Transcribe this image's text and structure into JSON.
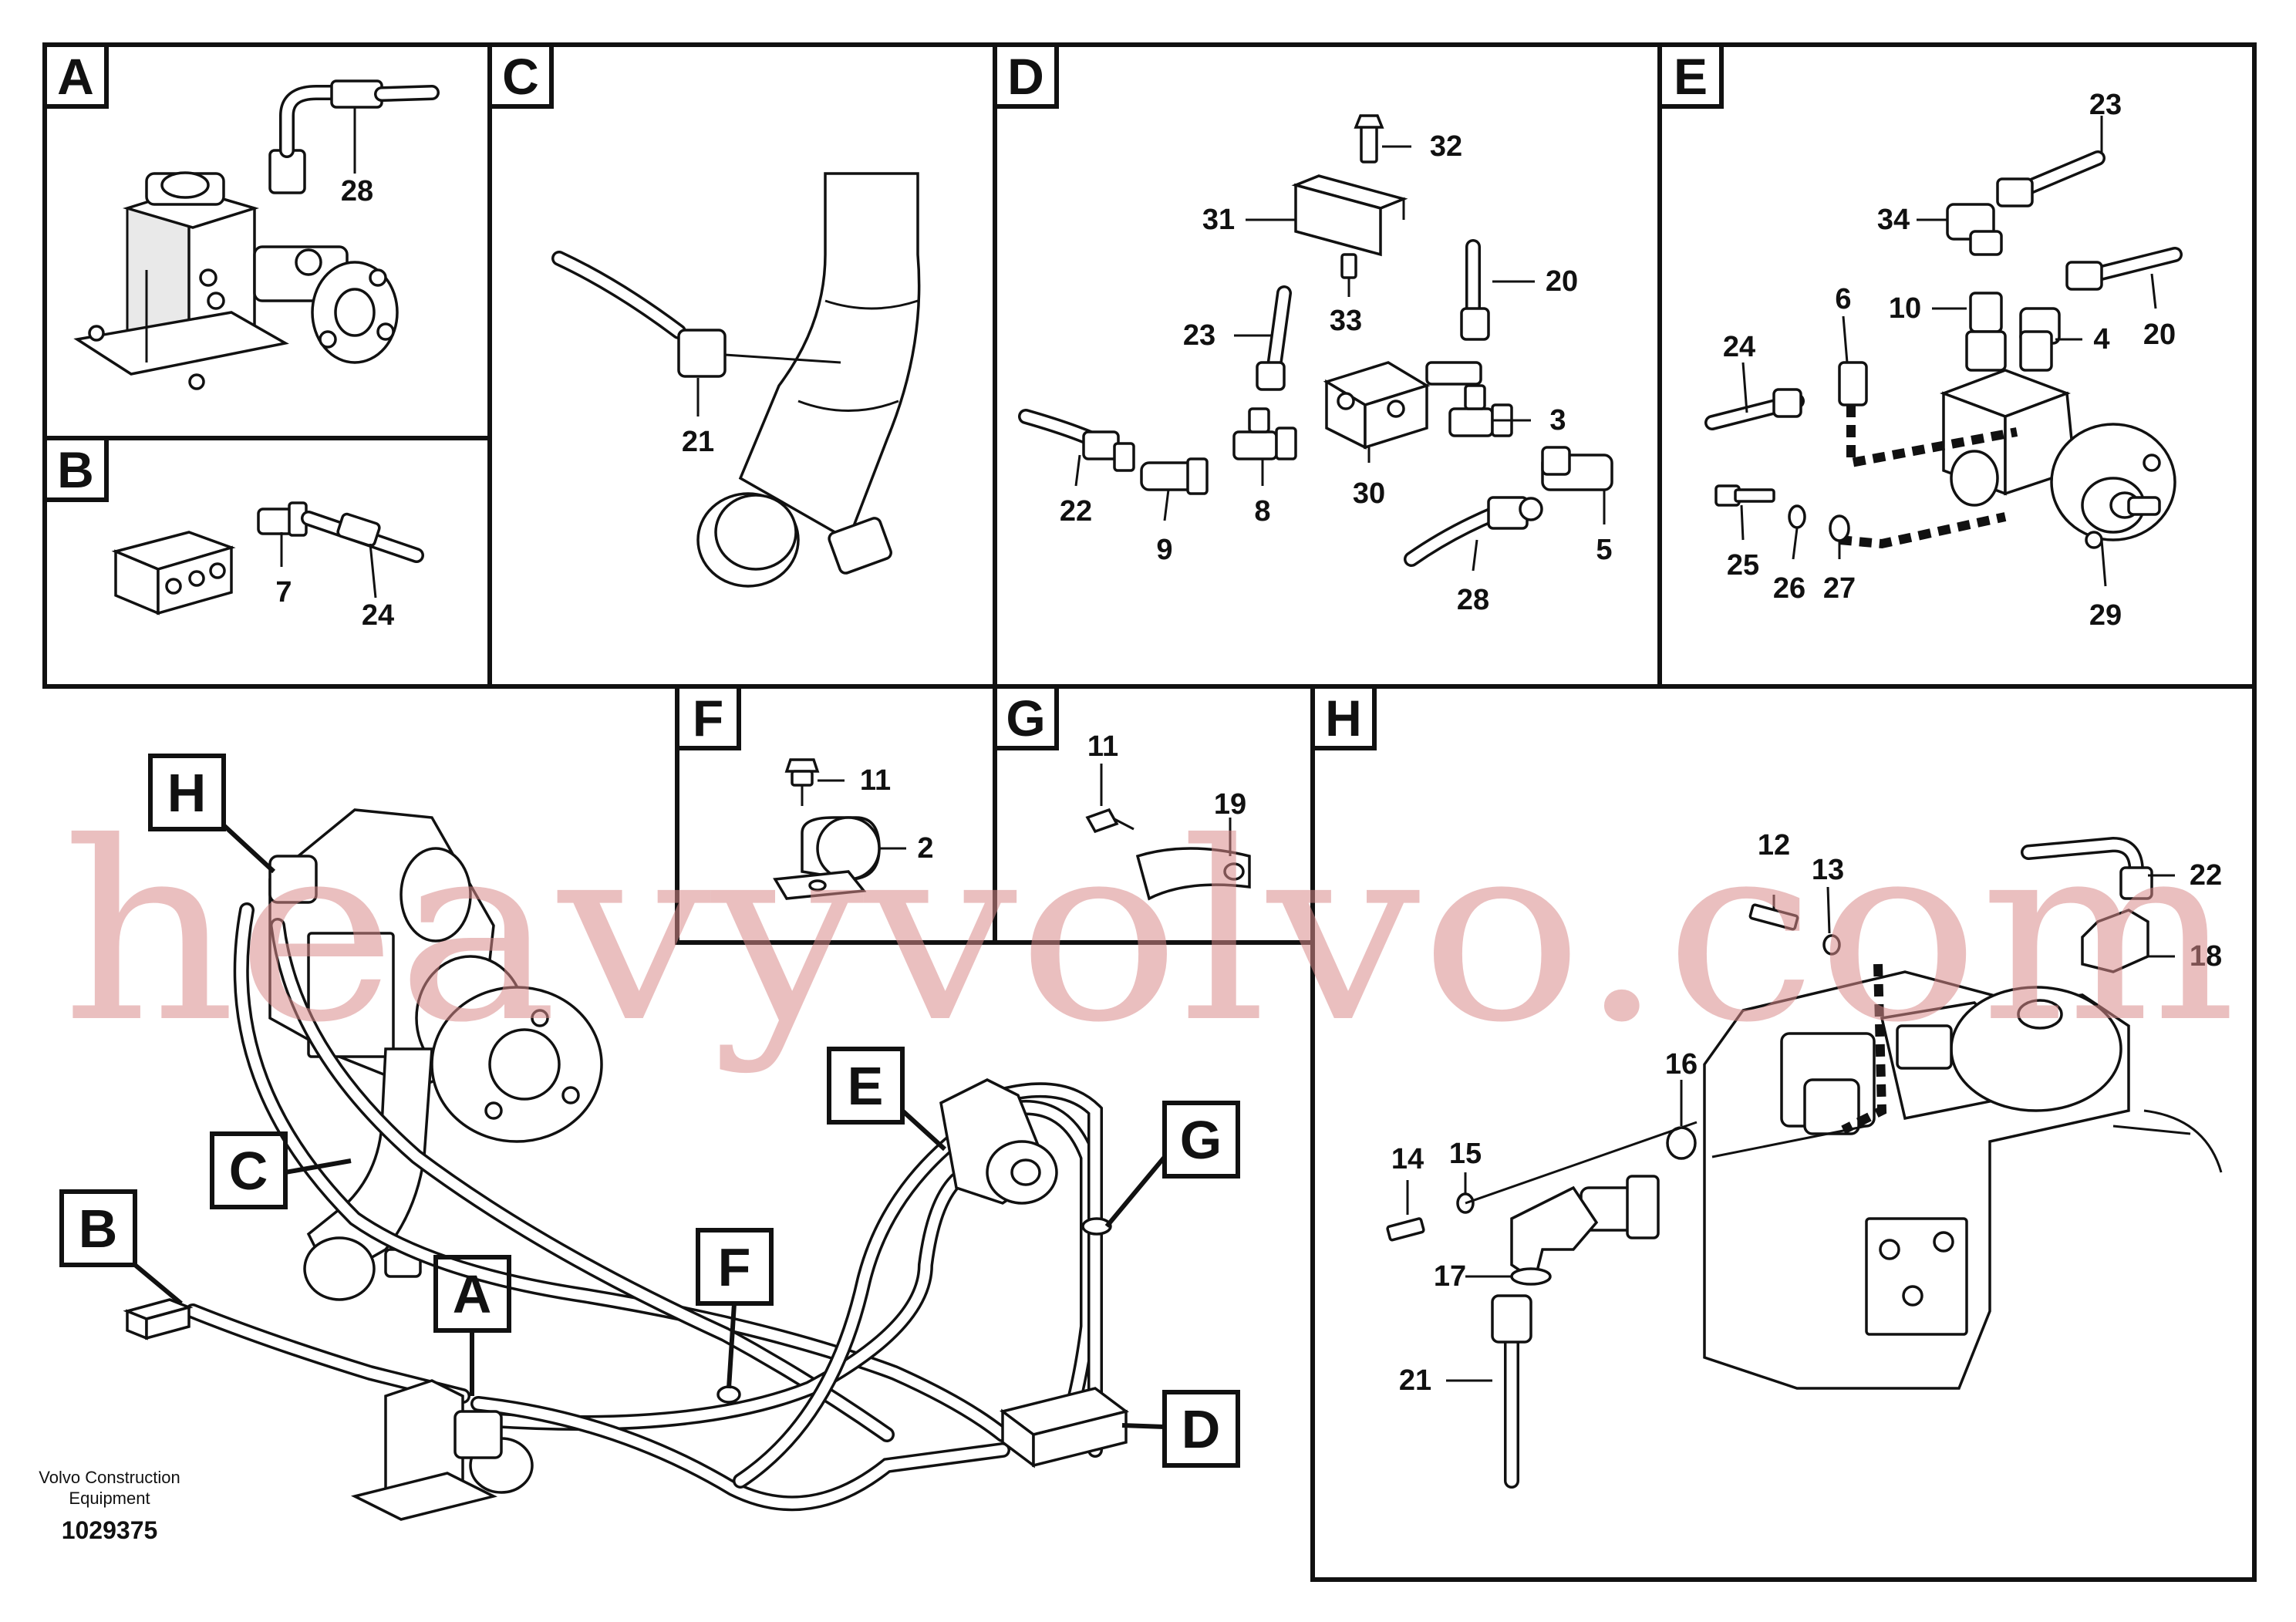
{
  "panels": {
    "A": {
      "letter": "A",
      "parts": [
        "28"
      ]
    },
    "B": {
      "letter": "B",
      "parts": [
        "7",
        "24"
      ]
    },
    "C": {
      "letter": "C",
      "parts": [
        "21"
      ]
    },
    "D": {
      "letter": "D",
      "parts": [
        "32",
        "31",
        "33",
        "20",
        "23",
        "3",
        "22",
        "8",
        "30",
        "9",
        "5",
        "28"
      ]
    },
    "E": {
      "letter": "E",
      "parts": [
        "23",
        "34",
        "6",
        "10",
        "4",
        "20",
        "24",
        "25",
        "26",
        "27",
        "29"
      ]
    },
    "F": {
      "letter": "F",
      "parts": [
        "11",
        "2"
      ]
    },
    "G": {
      "letter": "G",
      "parts": [
        "11",
        "19"
      ]
    },
    "H": {
      "letter": "H",
      "parts": [
        "12",
        "13",
        "22",
        "18",
        "16",
        "14",
        "15",
        "17",
        "21"
      ]
    }
  },
  "overview": {
    "callouts": [
      "H",
      "C",
      "B",
      "A",
      "E",
      "F",
      "G",
      "D"
    ]
  },
  "footer": {
    "company": "Volvo Construction Equipment",
    "company_line1": "Volvo Construction",
    "company_line2": "Equipment",
    "drawing_number": "1029375"
  },
  "watermark": {
    "text": "heavyvolvo.com"
  },
  "colors": {
    "ink": "#111111",
    "watermark": "#d98a8a",
    "background": "#ffffff"
  }
}
